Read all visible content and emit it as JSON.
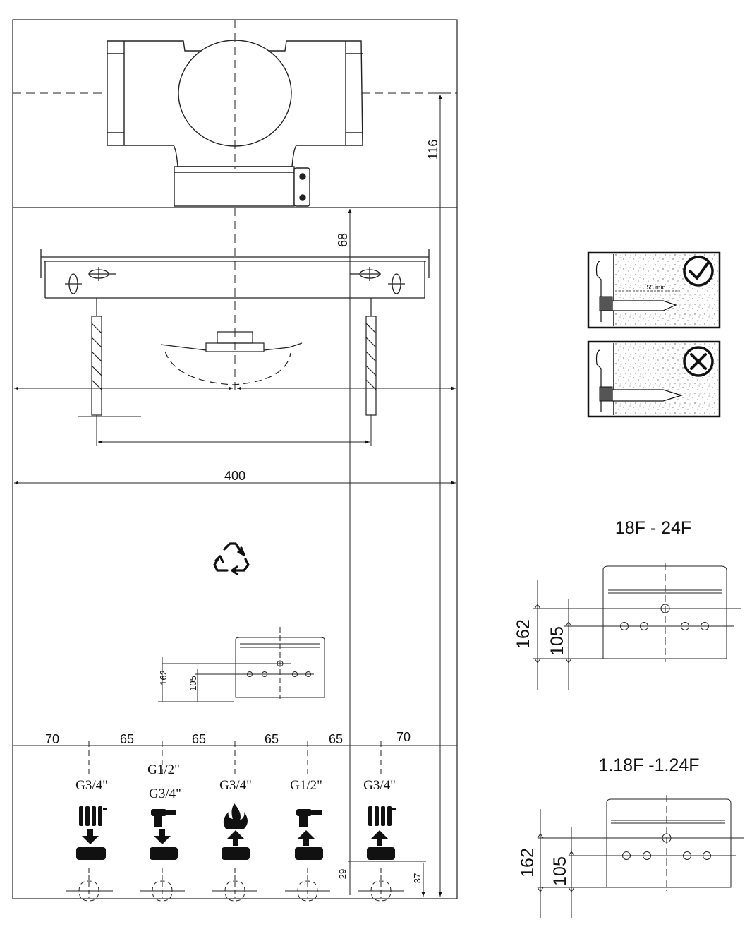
{
  "main_drawing": {
    "dim_height_top": "116",
    "dim_flue_to_bracket": "68",
    "dim_width": "400",
    "small_template": {
      "dim_outer": "162",
      "dim_inner": "105"
    },
    "bottom_spacing": [
      "70",
      "65",
      "65",
      "65",
      "65",
      "70"
    ],
    "connections": {
      "heating_flow": "G3/4\"",
      "hot_water_upper": "G1/2\"",
      "hot_water_lower": "G3/4\"",
      "gas": "G3/4\"",
      "cold_water": "G1/2\"",
      "heating_return": "G3/4\""
    },
    "dim_bottom_small": "29",
    "dim_bottom_large": "37",
    "icons": [
      "radiator-icon",
      "tap-icon",
      "flame-icon",
      "tap-icon",
      "radiator-icon",
      "recycle-icon"
    ]
  },
  "anchor_panels": {
    "correct_label": "55 min",
    "correct_icon": "check-circle-icon",
    "wrong_icon": "cross-circle-icon"
  },
  "template_18_24": {
    "title": "18F - 24F",
    "dim_outer": "162",
    "dim_inner": "105"
  },
  "template_118_124": {
    "title": "1.18F -1.24F",
    "dim_outer": "162",
    "dim_inner": "105"
  }
}
